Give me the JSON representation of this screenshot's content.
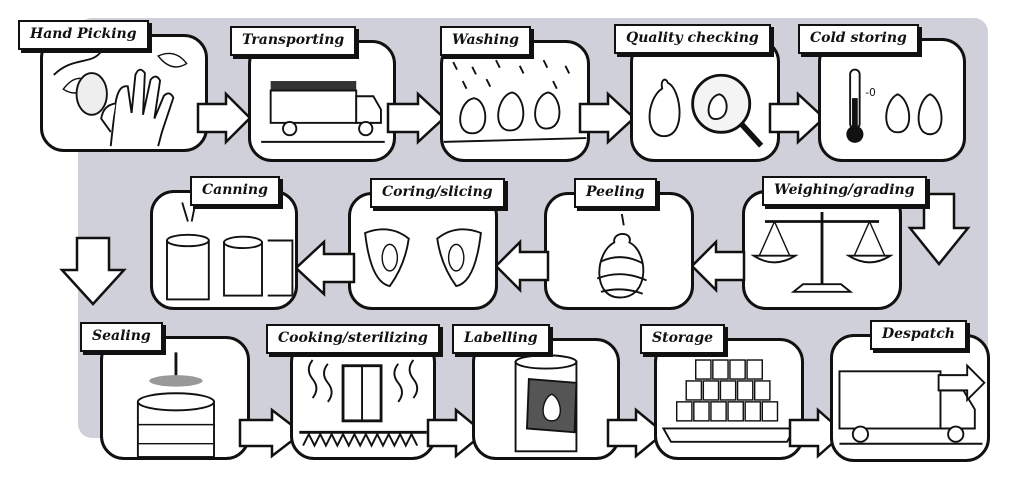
{
  "steps": [
    {
      "label": "Hand Picking"
    },
    {
      "label": "Transporting"
    },
    {
      "label": "Washing"
    },
    {
      "label": "Quality checking"
    },
    {
      "label": "Cold storing"
    },
    {
      "label": "Weighing/grading"
    },
    {
      "label": "Peeling"
    },
    {
      "label": "Coring/slicing"
    },
    {
      "label": "Canning"
    },
    {
      "label": "Sealing"
    },
    {
      "label": "Cooking/sterilizing"
    },
    {
      "label": "Labelling"
    },
    {
      "label": "Storage"
    },
    {
      "label": "Despatch"
    }
  ],
  "thermometer_mark": "-0"
}
